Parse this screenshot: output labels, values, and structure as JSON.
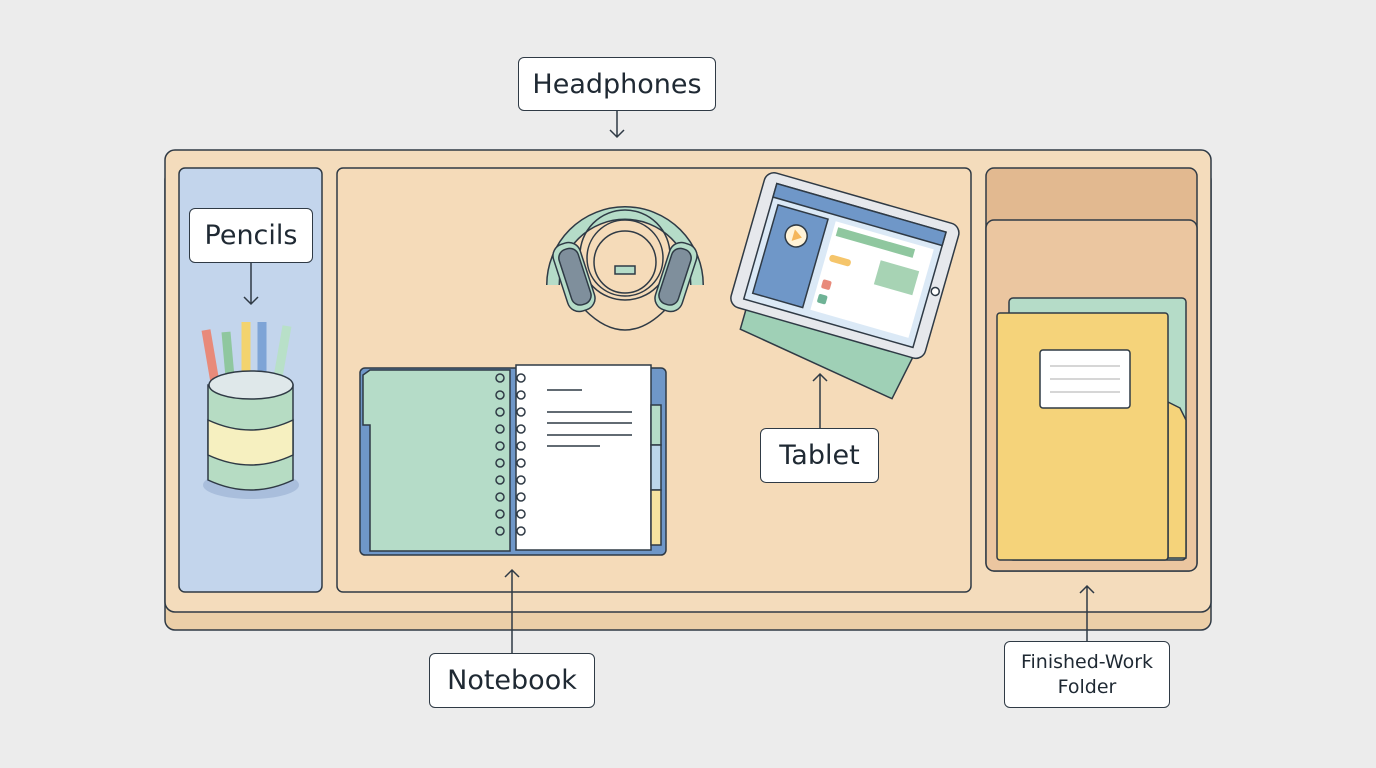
{
  "labels": {
    "headphones": "Headphones",
    "pencils": "Pencils",
    "tablet": "Tablet",
    "notebook": "Notebook",
    "folder_line1": "Finished-Work",
    "folder_line2": "Folder"
  },
  "colors": {
    "background": "#ececec",
    "desk": "#f4dcbc",
    "pencil_zone": "#c3d5ec",
    "folder_zone": "#e8c39d",
    "green": "#b5dcc8",
    "blue": "#6f97c8",
    "yellow": "#f5d37a",
    "outline": "#2f3a45"
  }
}
